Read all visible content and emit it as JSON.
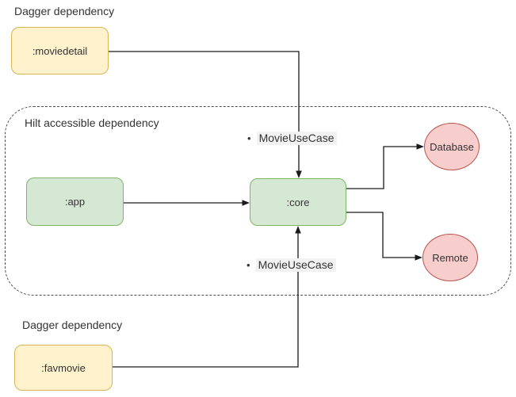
{
  "diagram": {
    "headings": {
      "dagger_top": "Dagger dependency",
      "hilt_container": "Hilt accessible dependency",
      "dagger_bottom": "Dagger dependency"
    },
    "nodes": {
      "moviedetail": {
        "label": ":moviedetail",
        "type": "dagger-module"
      },
      "app": {
        "label": ":app",
        "type": "hilt-module"
      },
      "core": {
        "label": ":core",
        "type": "hilt-module"
      },
      "favmovie": {
        "label": ":favmovie",
        "type": "dagger-module"
      },
      "database": {
        "label": "Database",
        "type": "datasource"
      },
      "remote": {
        "label": "Remote",
        "type": "datasource"
      }
    },
    "edge_labels": {
      "bullet": "•",
      "usecase_top": "MovieUseCase",
      "usecase_bottom": "MovieUseCase"
    },
    "edges": [
      {
        "from": "moviedetail",
        "to": "core"
      },
      {
        "from": "app",
        "to": "core"
      },
      {
        "from": "core",
        "to": "database"
      },
      {
        "from": "core",
        "to": "remote"
      },
      {
        "from": "favmovie",
        "to": "core"
      }
    ],
    "colors": {
      "page_bg": "#ffffff",
      "dagger_module_fill": "#fff2cc",
      "dagger_module_stroke": "#d6b656",
      "hilt_module_fill": "#d5e8d4",
      "hilt_module_stroke": "#82b366",
      "datasource_fill": "#f8cecc",
      "datasource_stroke": "#b85450",
      "connector_color": "#1a1a1a",
      "container_border_color": "#4d4d4d",
      "text_color": "#333333",
      "label_bg": "#f2f2f2"
    }
  }
}
